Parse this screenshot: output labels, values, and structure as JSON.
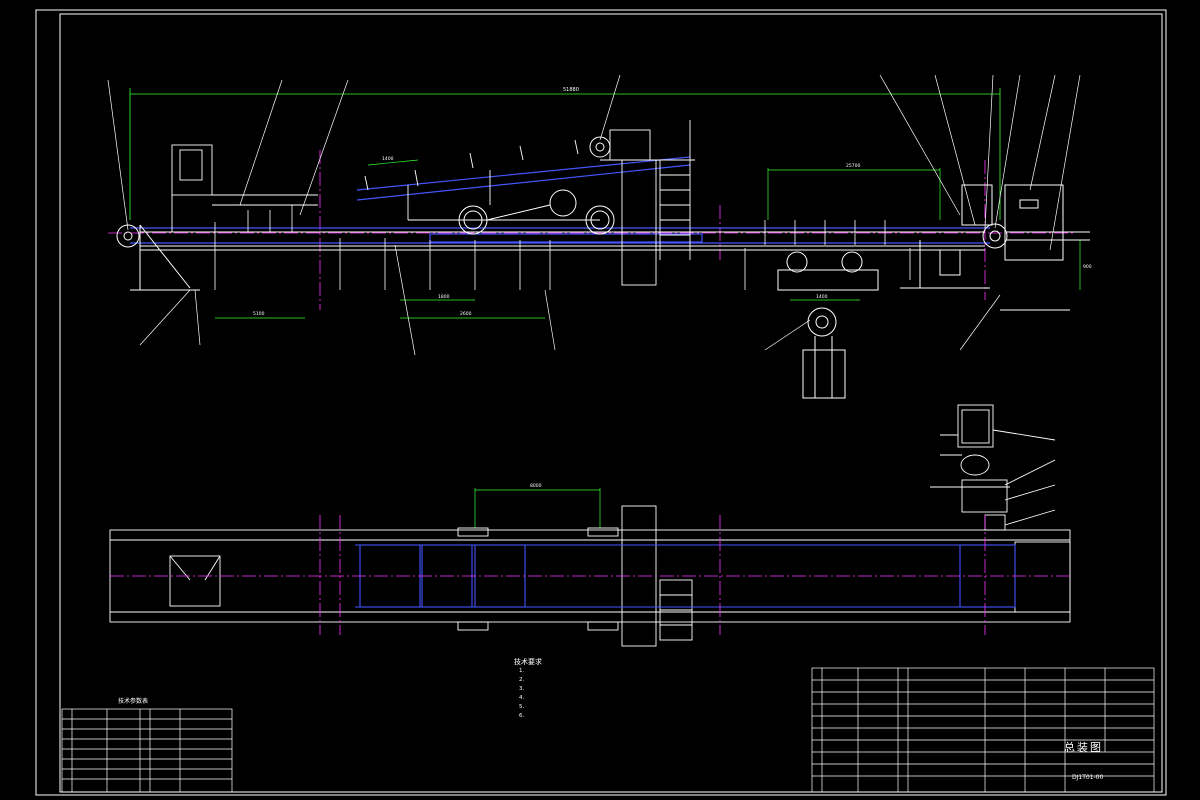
{
  "drawing": {
    "title": "总装图",
    "number": "DJ1T01-00"
  },
  "notes": {
    "heading": "技术要求",
    "lines": [
      "1.",
      "2.",
      "3.",
      "4.",
      "5.",
      "6."
    ]
  },
  "params_table": {
    "heading": "技术参数表"
  },
  "dimensions": {
    "overall_length": "51880",
    "dim_upper_mid": "1400",
    "dim_right_span": "25700",
    "dim_left_lower": "5100",
    "dim_mid_lower_1": "1800",
    "dim_mid_lower_2": "2600",
    "dim_right_height": "900",
    "dim_right_small": "1400",
    "dim_plan_width": "8000"
  },
  "colors": {
    "background": "#000000",
    "frame": "#ffffff",
    "dimension": "#33ff33",
    "belt": "#4455ff",
    "centerline": "#ff33ff",
    "outline": "#ffffff"
  }
}
